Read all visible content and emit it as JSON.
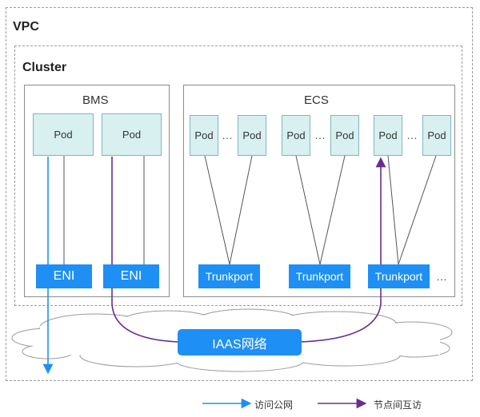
{
  "vpc": {
    "label": "VPC"
  },
  "cluster": {
    "label": "Cluster"
  },
  "bms": {
    "label": "BMS",
    "pods": [
      "Pod",
      "Pod"
    ],
    "enis": [
      "ENI",
      "ENI"
    ]
  },
  "ecs": {
    "label": "ECS",
    "pods": [
      "Pod",
      "Pod",
      "Pod",
      "Pod",
      "Pod",
      "Pod"
    ],
    "ellipsis": "…",
    "trunkports": [
      "Trunkport",
      "Trunkport",
      "Trunkport"
    ],
    "trailing_ellipsis": "…"
  },
  "network": {
    "label": "IAAS网络"
  },
  "legend": {
    "public_access": "访问公网",
    "inter_node": "节点间互访"
  },
  "colors": {
    "accent_blue": "#1e8ff5",
    "purple": "#6a2c91",
    "pod_fill": "#d8f0f0",
    "cloud_fill": "#ffffff",
    "cloud_stroke": "#9a9a9a"
  }
}
